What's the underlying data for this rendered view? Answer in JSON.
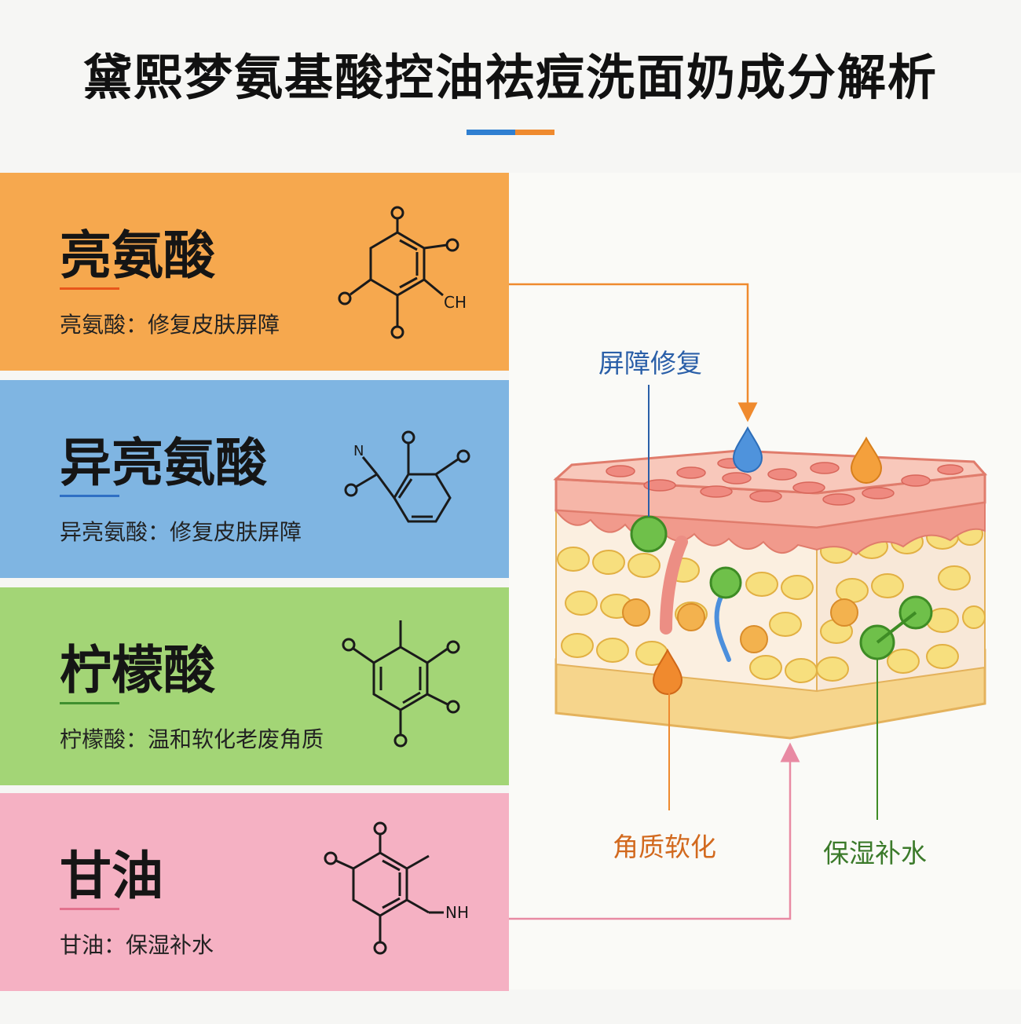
{
  "title": "黛熙梦氨基酸控油祛痘洗面奶成分解析",
  "colors": {
    "accent_blue": "#2f7fd1",
    "accent_orange": "#ef8a2e"
  },
  "ingredients": [
    {
      "name": "亮氨酸",
      "desc": "亮氨酸：修复皮肤屏障",
      "bg": "#f6a84e",
      "rule": "#e8561b",
      "mol_label": "CH"
    },
    {
      "name": "异亮氨酸",
      "desc": "异亮氨酸：修复皮肤屏障",
      "bg": "#7fb5e2",
      "rule": "#2f6fc4",
      "mol_label": "N"
    },
    {
      "name": "柠檬酸",
      "desc": "柠檬酸：温和软化老废角质",
      "bg": "#a3d576",
      "rule": "#3f8f2f",
      "mol_label": ""
    },
    {
      "name": "甘油",
      "desc": "甘油：保湿补水",
      "bg": "#f5b1c3",
      "rule": "#e2718d",
      "mol_label": "NH"
    }
  ],
  "diagram": {
    "labels": {
      "barrier": "屏障修复",
      "keratin": "角质软化",
      "moisture": "保湿补水"
    },
    "label_colors": {
      "barrier": "#2a5fa8",
      "keratin": "#d2691e",
      "moisture": "#3b7a2a"
    }
  }
}
